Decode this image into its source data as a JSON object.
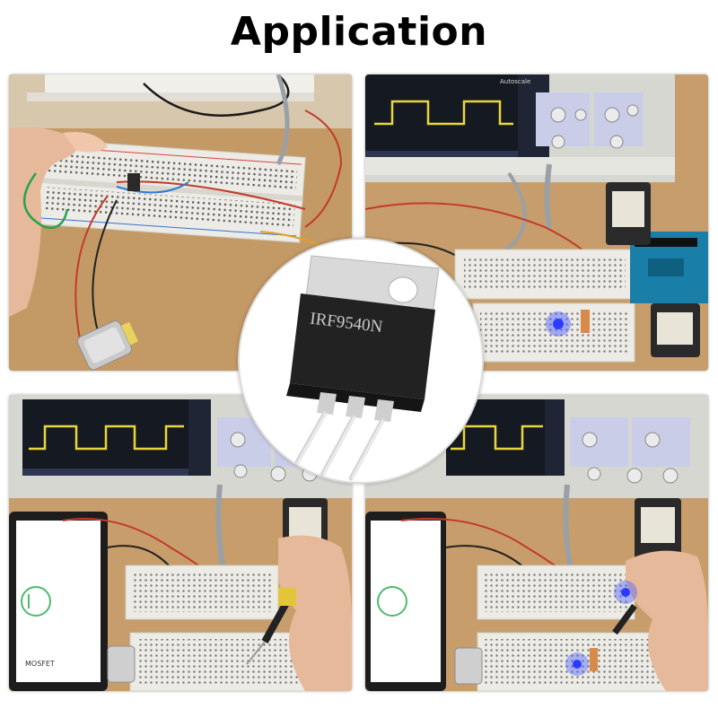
{
  "title": "Application",
  "component": {
    "marking": "IRF9540N"
  },
  "photos": {
    "scope_brand": "Autoscale",
    "tablet_label": "MOSFET"
  },
  "colors": {
    "wood": "#b98b56",
    "breadboard": "#ebe8e0",
    "scope_body": "#d7d7d2",
    "scope_screen": "#1b1f2b",
    "trace": "#e8d63a",
    "led_blue": "#2b3cff",
    "package_black": "#222222",
    "tab_metal": "#d9d9d9"
  }
}
